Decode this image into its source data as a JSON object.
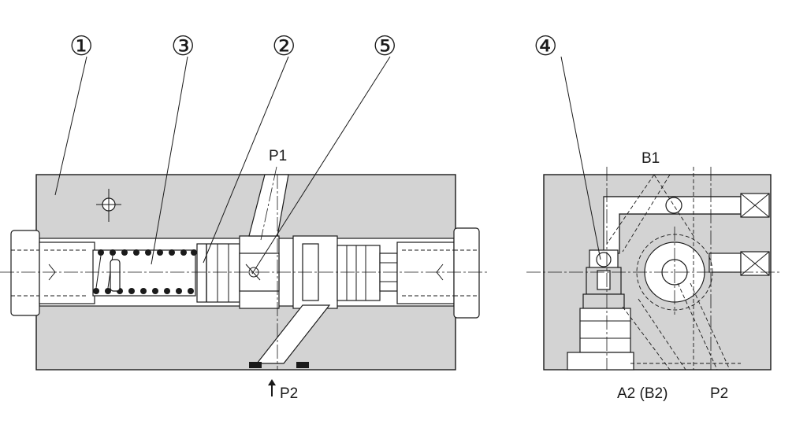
{
  "callouts": {
    "c1": "①",
    "c2": "②",
    "c3": "③",
    "c4": "④",
    "c5": "⑤"
  },
  "ports": {
    "p1": "P1",
    "p2_left": "P2",
    "b1": "B1",
    "a2b2": "A2 (B2)",
    "p2_right": "P2"
  },
  "colors": {
    "body_fill": "#d3d3d3",
    "line": "#1a1a1a",
    "background": "#ffffff"
  }
}
